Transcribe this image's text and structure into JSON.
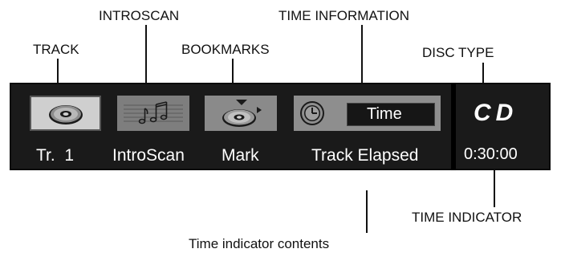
{
  "callouts": {
    "track": "TRACK",
    "introscan": "INTROSCAN",
    "bookmarks": "BOOKMARKS",
    "time_information": "TIME INFORMATION",
    "disc_type": "DISC TYPE",
    "time_indicator": "TIME INDICATOR",
    "time_indicator_contents": "Time indicator contents"
  },
  "display": {
    "track_label": "Tr.  1",
    "introscan_label": "IntroScan",
    "mark_label": "Mark",
    "time_mode_button": "Time",
    "time_mode_readout": "Track Elapsed",
    "disc_type_logo": "CD",
    "time_value": "0:30:00"
  },
  "icons": {
    "track": "disc-icon",
    "introscan": "music-notes-icon",
    "bookmarks": "disc-bookmark-icon",
    "time_information": "clock-icon"
  },
  "colors": {
    "panel": "#1a1a1a",
    "track_tile": "#cfcfcf",
    "tile_gray": "#8e8e8e",
    "text": "#ffffff"
  }
}
